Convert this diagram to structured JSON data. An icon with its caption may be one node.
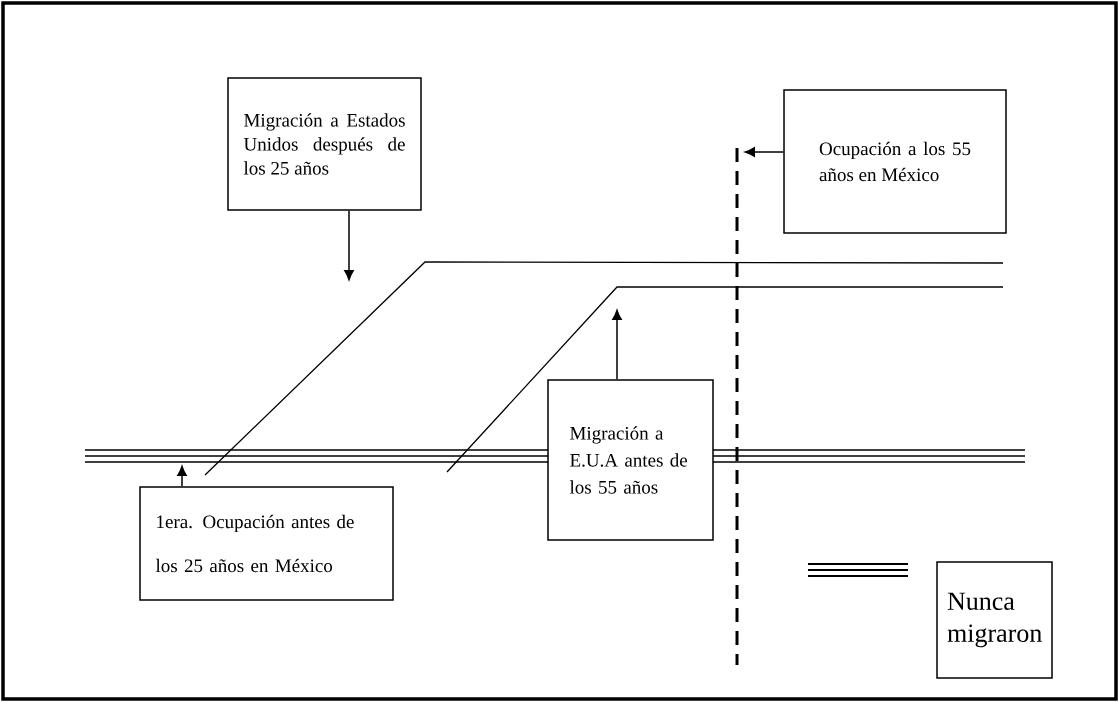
{
  "diagram": {
    "nodes": [
      {
        "text": [
          "Migración a Estados Unidos después de los 25 años"
        ]
      },
      {
        "text": [
          "Ocupación a los 55 años en México"
        ]
      },
      {
        "text": [
          "Migración a E.U.A antes de los 55 años"
        ]
      },
      {
        "text": [
          "1era. Ocupación antes de los 25 años en México"
        ]
      }
    ],
    "edges": [
      {
        "from": 0,
        "to": null,
        "arrow": "to"
      },
      {
        "from": 1,
        "to": null,
        "arrow": "to"
      },
      {
        "from": 2,
        "to": null,
        "arrow": "to"
      },
      {
        "from": 3,
        "to": null,
        "arrow": "to"
      }
    ],
    "legend": [
      {
        "text": "Nunca migraron"
      }
    ]
  }
}
